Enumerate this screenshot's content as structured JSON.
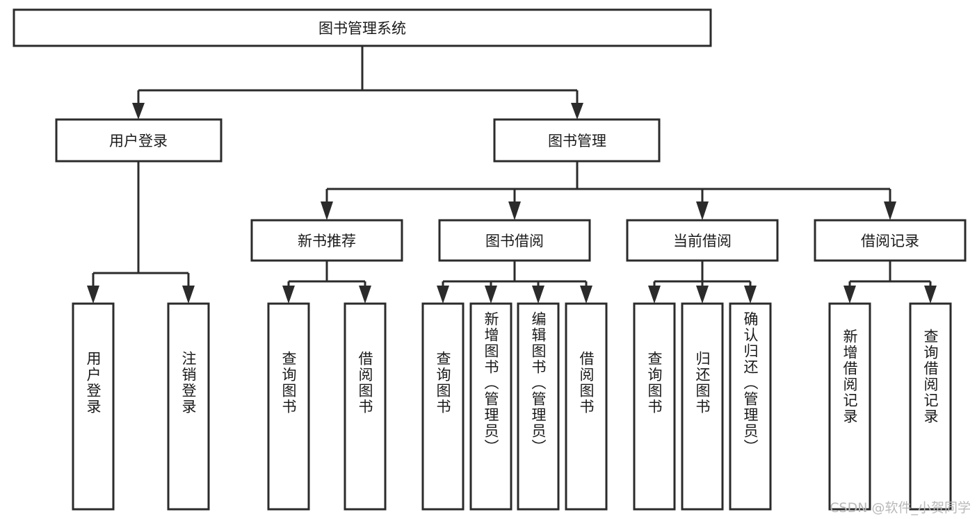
{
  "diagram": {
    "title": "图书管理系统",
    "orientation": "top-down-tree",
    "watermark": "CSDN @软件_小贺同学",
    "colors": {
      "box_stroke": "#2b2b2b",
      "box_fill": "#ffffff",
      "connector": "#2b2b2b",
      "text": "#1a1a1a",
      "background": "#ffffff",
      "watermark": "#b9b9b9"
    }
  },
  "nodes": {
    "root": {
      "label": "图书管理系统"
    },
    "level1": [
      {
        "id": "user-login",
        "label": "用户登录"
      },
      {
        "id": "book-management",
        "label": "图书管理"
      }
    ],
    "level2": [
      {
        "id": "new-book-recommend",
        "label": "新书推荐"
      },
      {
        "id": "book-borrow",
        "label": "图书借阅"
      },
      {
        "id": "current-borrow",
        "label": "当前借阅"
      },
      {
        "id": "borrow-record",
        "label": "借阅记录"
      }
    ],
    "leaves": {
      "user-login": [
        {
          "id": "leaf-user-login",
          "label": "用户登录"
        },
        {
          "id": "leaf-logout-login",
          "label": "注销登录"
        }
      ],
      "new-book-recommend": [
        {
          "id": "leaf-query-book-1",
          "label": "查询图书"
        },
        {
          "id": "leaf-borrow-book-1",
          "label": "借阅图书"
        }
      ],
      "book-borrow": [
        {
          "id": "leaf-query-book-2",
          "label": "查询图书"
        },
        {
          "id": "leaf-add-book",
          "label": "新增图书（管理员）"
        },
        {
          "id": "leaf-edit-book",
          "label": "编辑图书（管理员）"
        },
        {
          "id": "leaf-borrow-book-2",
          "label": "借阅图书"
        }
      ],
      "current-borrow": [
        {
          "id": "leaf-query-book-3",
          "label": "查询图书"
        },
        {
          "id": "leaf-return-book",
          "label": "归还图书"
        },
        {
          "id": "leaf-confirm-return",
          "label": "确认归还（管理员）"
        }
      ],
      "borrow-record": [
        {
          "id": "leaf-add-record",
          "label": "新增借阅记录"
        },
        {
          "id": "leaf-query-record",
          "label": "查询借阅记录"
        }
      ]
    }
  }
}
